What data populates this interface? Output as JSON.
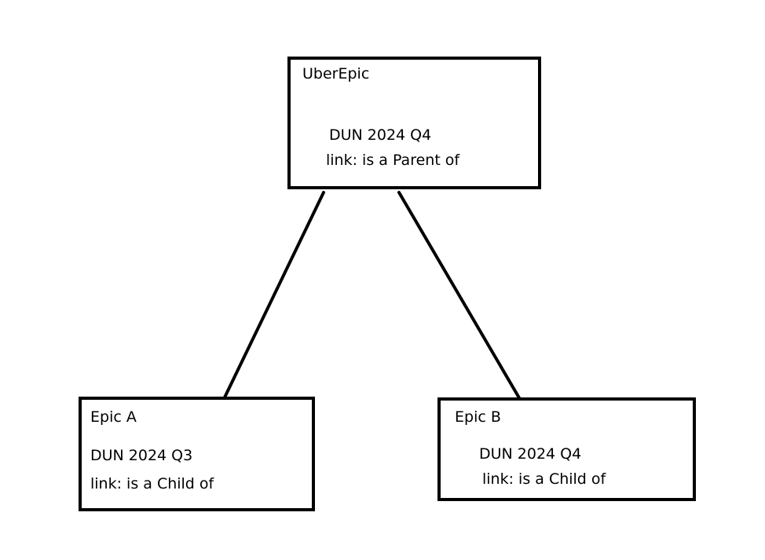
{
  "nodes": {
    "uber": {
      "title": "UberEpic",
      "release": "DUN 2024 Q4",
      "link": "link: is a Parent of"
    },
    "epic_a": {
      "title": "Epic A",
      "release": "DUN 2024 Q3",
      "link": "link: is a Child of"
    },
    "epic_b": {
      "title": "Epic B",
      "release": "DUN 2024 Q4",
      "link": "link: is a Child of"
    }
  },
  "edges": [
    {
      "from": "uber",
      "to": "epic_a"
    },
    {
      "from": "uber",
      "to": "epic_b"
    }
  ]
}
